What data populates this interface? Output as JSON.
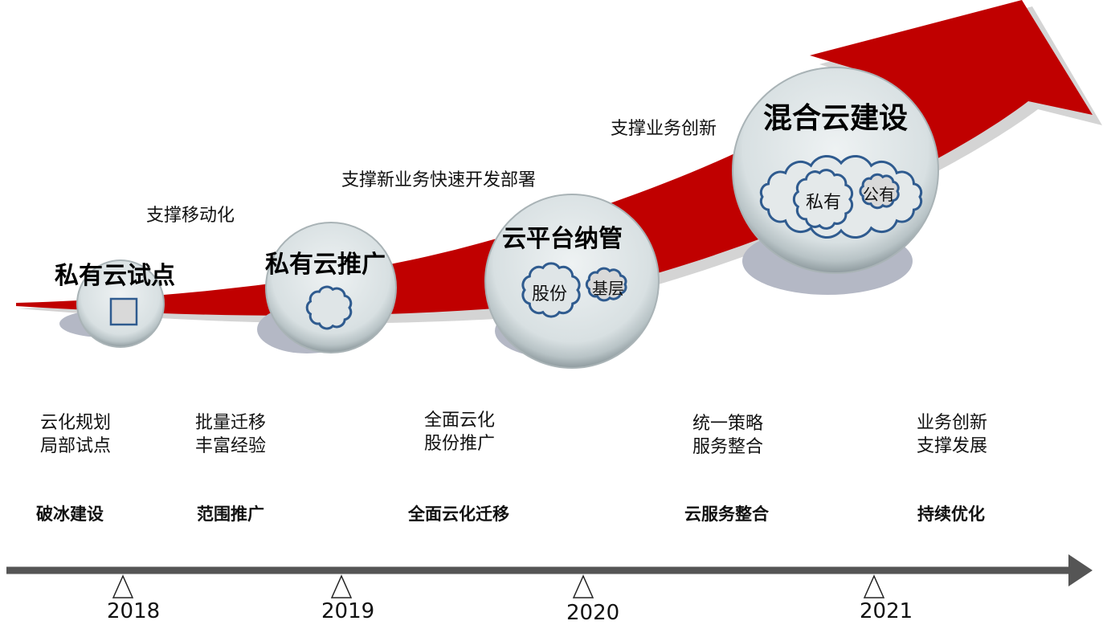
{
  "milestones": [
    {
      "title": "私有云试点",
      "support": "",
      "clouds": []
    },
    {
      "title": "私有云推广",
      "support": "支撑移动化",
      "clouds": []
    },
    {
      "title": "云平台纳管",
      "support": "支撑新业务快速开发部署",
      "clouds": [
        "股份",
        "基层"
      ]
    },
    {
      "title": "混合云建设",
      "support": "支撑业务创新",
      "clouds": [
        "私有",
        "公有"
      ]
    }
  ],
  "stages": [
    {
      "desc1": "云化规划",
      "desc2": "局部试点",
      "phase": "破冰建设"
    },
    {
      "desc1": "批量迁移",
      "desc2": "丰富经验",
      "phase": "范围推广"
    },
    {
      "desc1": "全面云化",
      "desc2": "股份推广",
      "phase": "全面云化迁移"
    },
    {
      "desc1": "统一策略",
      "desc2": "服务整合",
      "phase": "云服务整合"
    },
    {
      "desc1": "业务创新",
      "desc2": "支撑发展",
      "phase": "持续优化"
    }
  ],
  "years": [
    "2018",
    "2019",
    "2020",
    "2021"
  ],
  "colors": {
    "arrow": "#c00000",
    "cloud_stroke": "#2f5b8f",
    "timeline": "#555555"
  }
}
